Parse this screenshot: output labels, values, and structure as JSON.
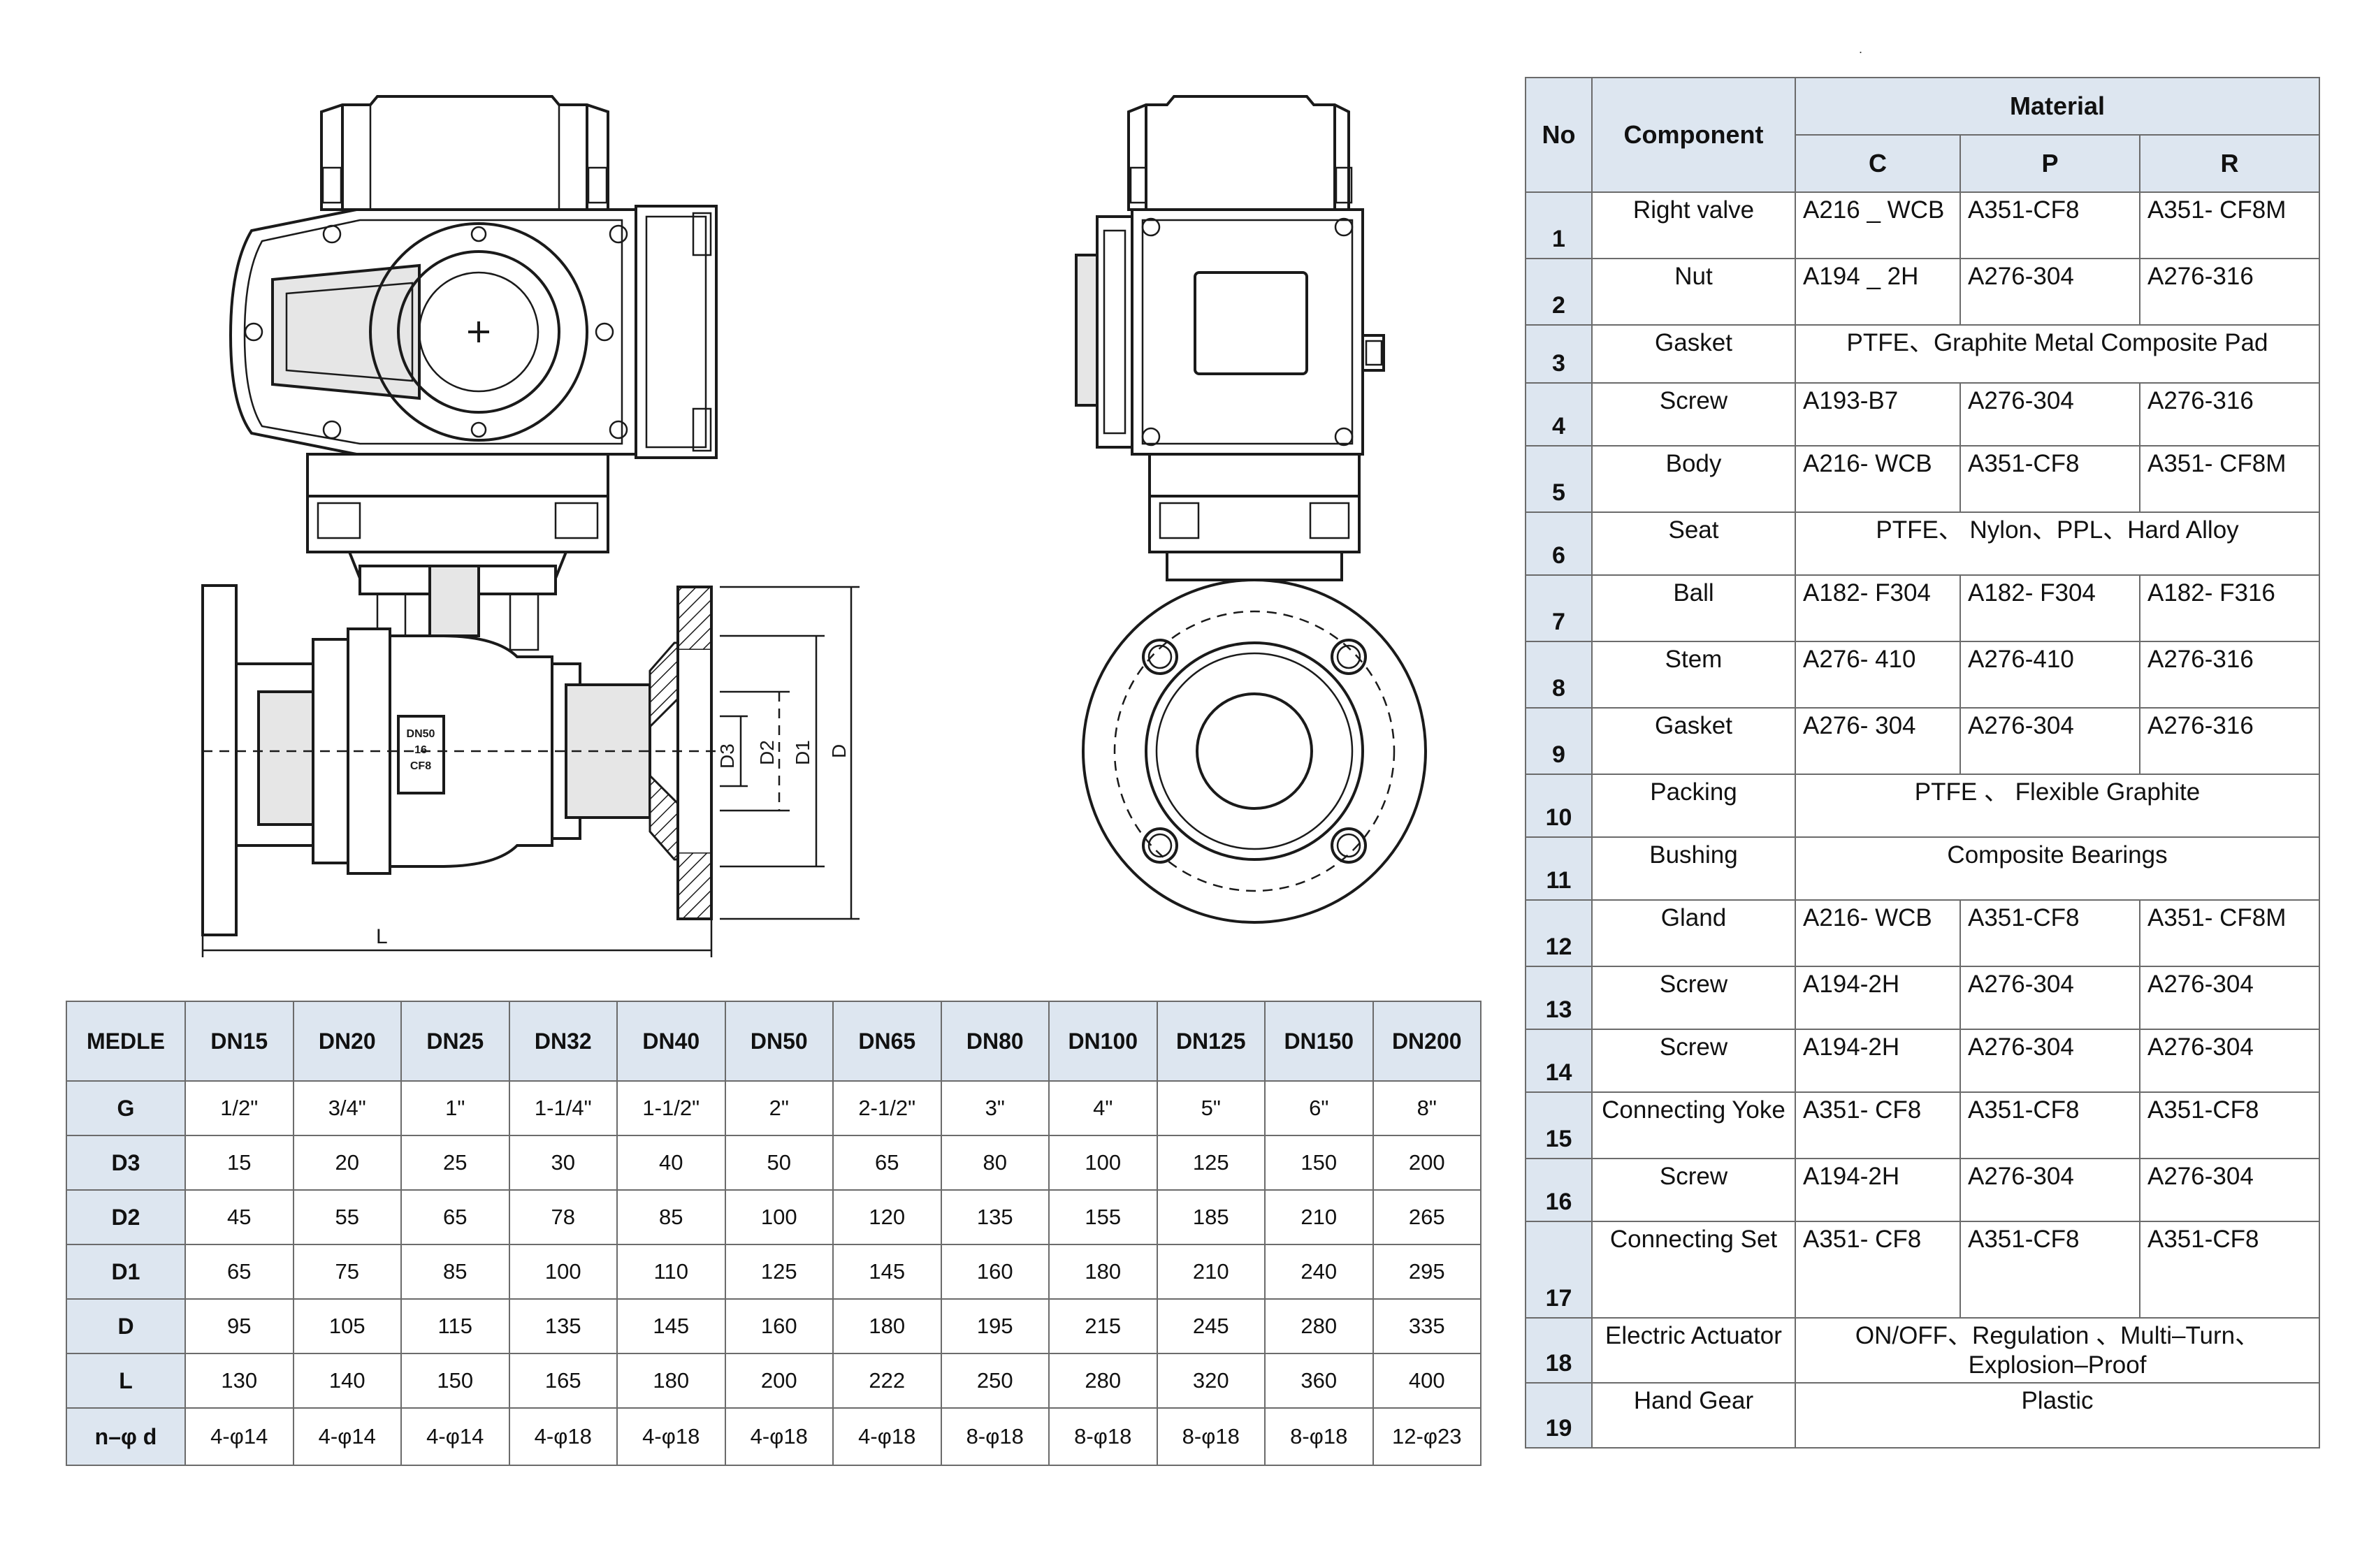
{
  "drawing_labels": {
    "length": "L",
    "d3": "D3",
    "d2": "D2",
    "d1": "D1",
    "d": "D",
    "body_marking": [
      "DN50",
      "16",
      "CF8"
    ]
  },
  "dimension_table": {
    "corner": "MEDLE",
    "columns": [
      "DN15",
      "DN20",
      "DN25",
      "DN32",
      "DN40",
      "DN50",
      "DN65",
      "DN80",
      "DN100",
      "DN125",
      "DN150",
      "DN200"
    ],
    "rows": [
      {
        "label": "G",
        "values": [
          "1/2\"",
          "3/4\"",
          "1\"",
          "1-1/4\"",
          "1-1/2\"",
          "2\"",
          "2-1/2\"",
          "3\"",
          "4\"",
          "5\"",
          "6\"",
          "8\""
        ]
      },
      {
        "label": "D3",
        "values": [
          "15",
          "20",
          "25",
          "30",
          "40",
          "50",
          "65",
          "80",
          "100",
          "125",
          "150",
          "200"
        ]
      },
      {
        "label": "D2",
        "values": [
          "45",
          "55",
          "65",
          "78",
          "85",
          "100",
          "120",
          "135",
          "155",
          "185",
          "210",
          "265"
        ]
      },
      {
        "label": "D1",
        "values": [
          "65",
          "75",
          "85",
          "100",
          "110",
          "125",
          "145",
          "160",
          "180",
          "210",
          "240",
          "295"
        ]
      },
      {
        "label": "D",
        "values": [
          "95",
          "105",
          "115",
          "135",
          "145",
          "160",
          "180",
          "195",
          "215",
          "245",
          "280",
          "335"
        ]
      },
      {
        "label": "L",
        "values": [
          "130",
          "140",
          "150",
          "165",
          "180",
          "200",
          "222",
          "250",
          "280",
          "320",
          "360",
          "400"
        ]
      },
      {
        "label": "n–φ d",
        "values": [
          "4-φ14",
          "4-φ14",
          "4-φ14",
          "4-φ18",
          "4-φ18",
          "4-φ18",
          "4-φ18",
          "8-φ18",
          "8-φ18",
          "8-φ18",
          "8-φ18",
          "12-φ23"
        ]
      }
    ]
  },
  "material_table": {
    "headers": {
      "no": "No",
      "component": "Component",
      "material": "Material",
      "c": "C",
      "p": "P",
      "r": "R"
    },
    "rows": [
      {
        "no": "1",
        "component": "Right valve",
        "c": "A216 _ WCB",
        "p": "A351-CF8",
        "r": "A351- CF8M"
      },
      {
        "no": "2",
        "component": "Nut",
        "c": "A194 _ 2H",
        "p": "A276-304",
        "r": "A276-316"
      },
      {
        "no": "3",
        "component": "Gasket",
        "span": "PTFE、Graphite Metal Composite Pad"
      },
      {
        "no": "4",
        "component": "Screw",
        "c": "A193-B7",
        "p": "A276-304",
        "r": "A276-316"
      },
      {
        "no": "5",
        "component": "Body",
        "c": "A216- WCB",
        "p": "A351-CF8",
        "r": "A351- CF8M"
      },
      {
        "no": "6",
        "component": "Seat",
        "span": "PTFE、 Nylon、PPL、Hard Alloy"
      },
      {
        "no": "7",
        "component": "Ball",
        "c": "A182- F304",
        "p": "A182- F304",
        "r": "A182- F316"
      },
      {
        "no": "8",
        "component": "Stem",
        "c": "A276- 410",
        "p": "A276-410",
        "r": "A276-316"
      },
      {
        "no": "9",
        "component": "Gasket",
        "c": "A276- 304",
        "p": "A276-304",
        "r": "A276-316"
      },
      {
        "no": "10",
        "component": "Packing",
        "span": "PTFE 、 Flexible Graphite"
      },
      {
        "no": "11",
        "component": "Bushing",
        "span": "Composite Bearings"
      },
      {
        "no": "12",
        "component": "Gland",
        "c": "A216- WCB",
        "p": "A351-CF8",
        "r": "A351- CF8M"
      },
      {
        "no": "13",
        "component": "Screw",
        "c": "A194-2H",
        "p": "A276-304",
        "r": "A276-304"
      },
      {
        "no": "14",
        "component": "Screw",
        "c": "A194-2H",
        "p": "A276-304",
        "r": "A276-304"
      },
      {
        "no": "15",
        "component": "Connecting Yoke",
        "c": "A351- CF8",
        "p": "A351-CF8",
        "r": "A351-CF8"
      },
      {
        "no": "16",
        "component": "Screw",
        "c": "A194-2H",
        "p": "A276-304",
        "r": "A276-304"
      },
      {
        "no": "17",
        "component": "Connecting Set",
        "c": "A351- CF8",
        "p": "A351-CF8",
        "r": "A351-CF8"
      },
      {
        "no": "18",
        "component": "Electric Actuator",
        "span": "ON/OFF、Regulation 、Multi–Turn、 Explosion–Proof"
      },
      {
        "no": "19",
        "component": "Hand Gear",
        "span": "Plastic"
      }
    ]
  }
}
